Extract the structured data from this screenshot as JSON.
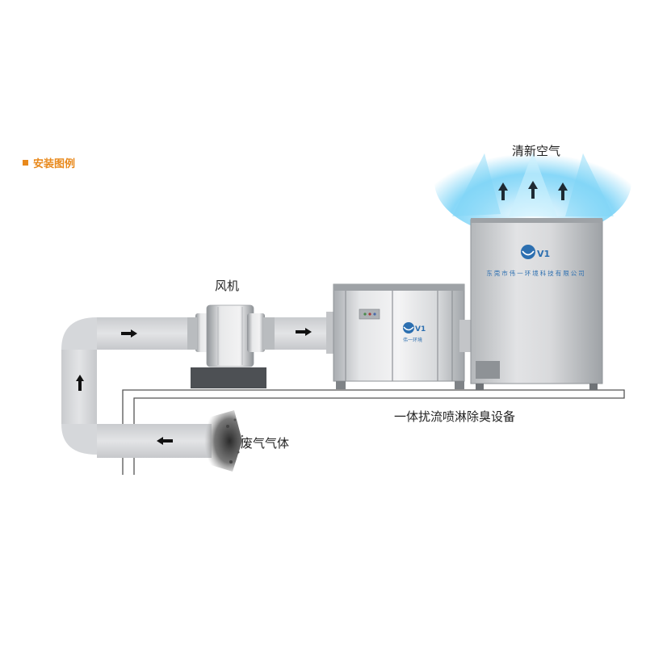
{
  "header": {
    "title": "安装图例"
  },
  "labels": {
    "fan": "风机",
    "clean_air": "清新空气",
    "waste_gas": "废气气体",
    "device": "一体扰流喷淋除臭设备"
  },
  "branding": {
    "logo_text": "V1",
    "company": "东莞市伟一环境科技有限公司",
    "unit_mark": "伟一环境"
  },
  "colors": {
    "accent": "#e8891c",
    "duct": "#d7d9dc",
    "steel": "#c8cacd",
    "glow": "#56c8f5"
  }
}
